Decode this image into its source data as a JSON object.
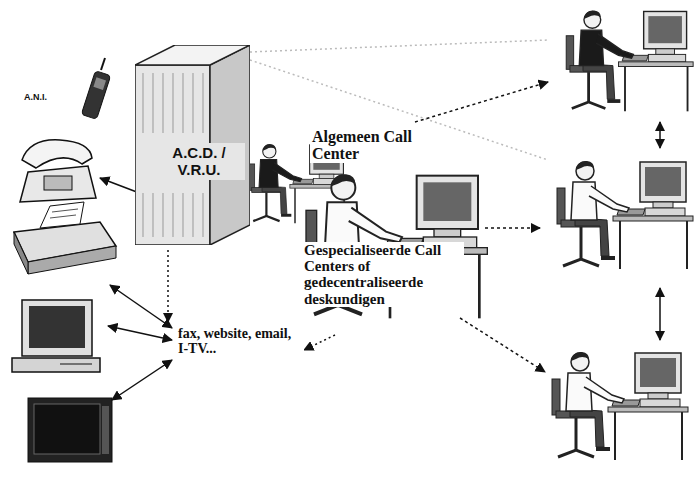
{
  "diagram": {
    "nodes": [
      {
        "text": [
          "A.C.D. / V.R.U."
        ]
      }
    ],
    "labels": [
      "A.N.I.",
      "Algemeen Call Center",
      "Gespecialiseerde Call Centers of gedecentraliseerde deskundigen",
      "fax, website, email, I-TV..."
    ]
  }
}
